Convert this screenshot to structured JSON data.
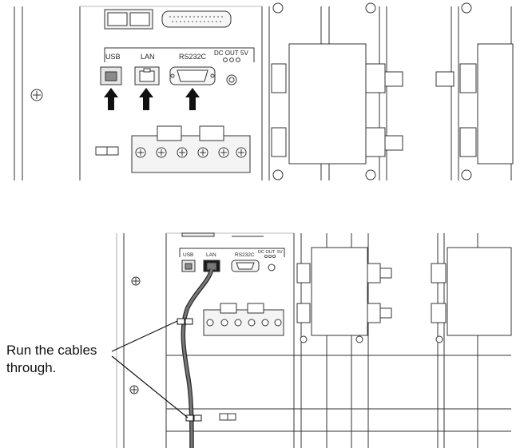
{
  "top_panel": {
    "ports": {
      "usb": "USB",
      "lan": "LAN",
      "rs232c": "RS232C",
      "dc_out": "DC OUT",
      "dc_out_voltage": "5V"
    }
  },
  "bottom_panel": {
    "ports": {
      "usb": "USB",
      "lan": "LAN",
      "rs232c": "RS232C",
      "dc_out": "DC OUT",
      "dc_out_voltage": "5V"
    }
  },
  "callout": {
    "line1": "Run the cables",
    "line2": "through."
  }
}
